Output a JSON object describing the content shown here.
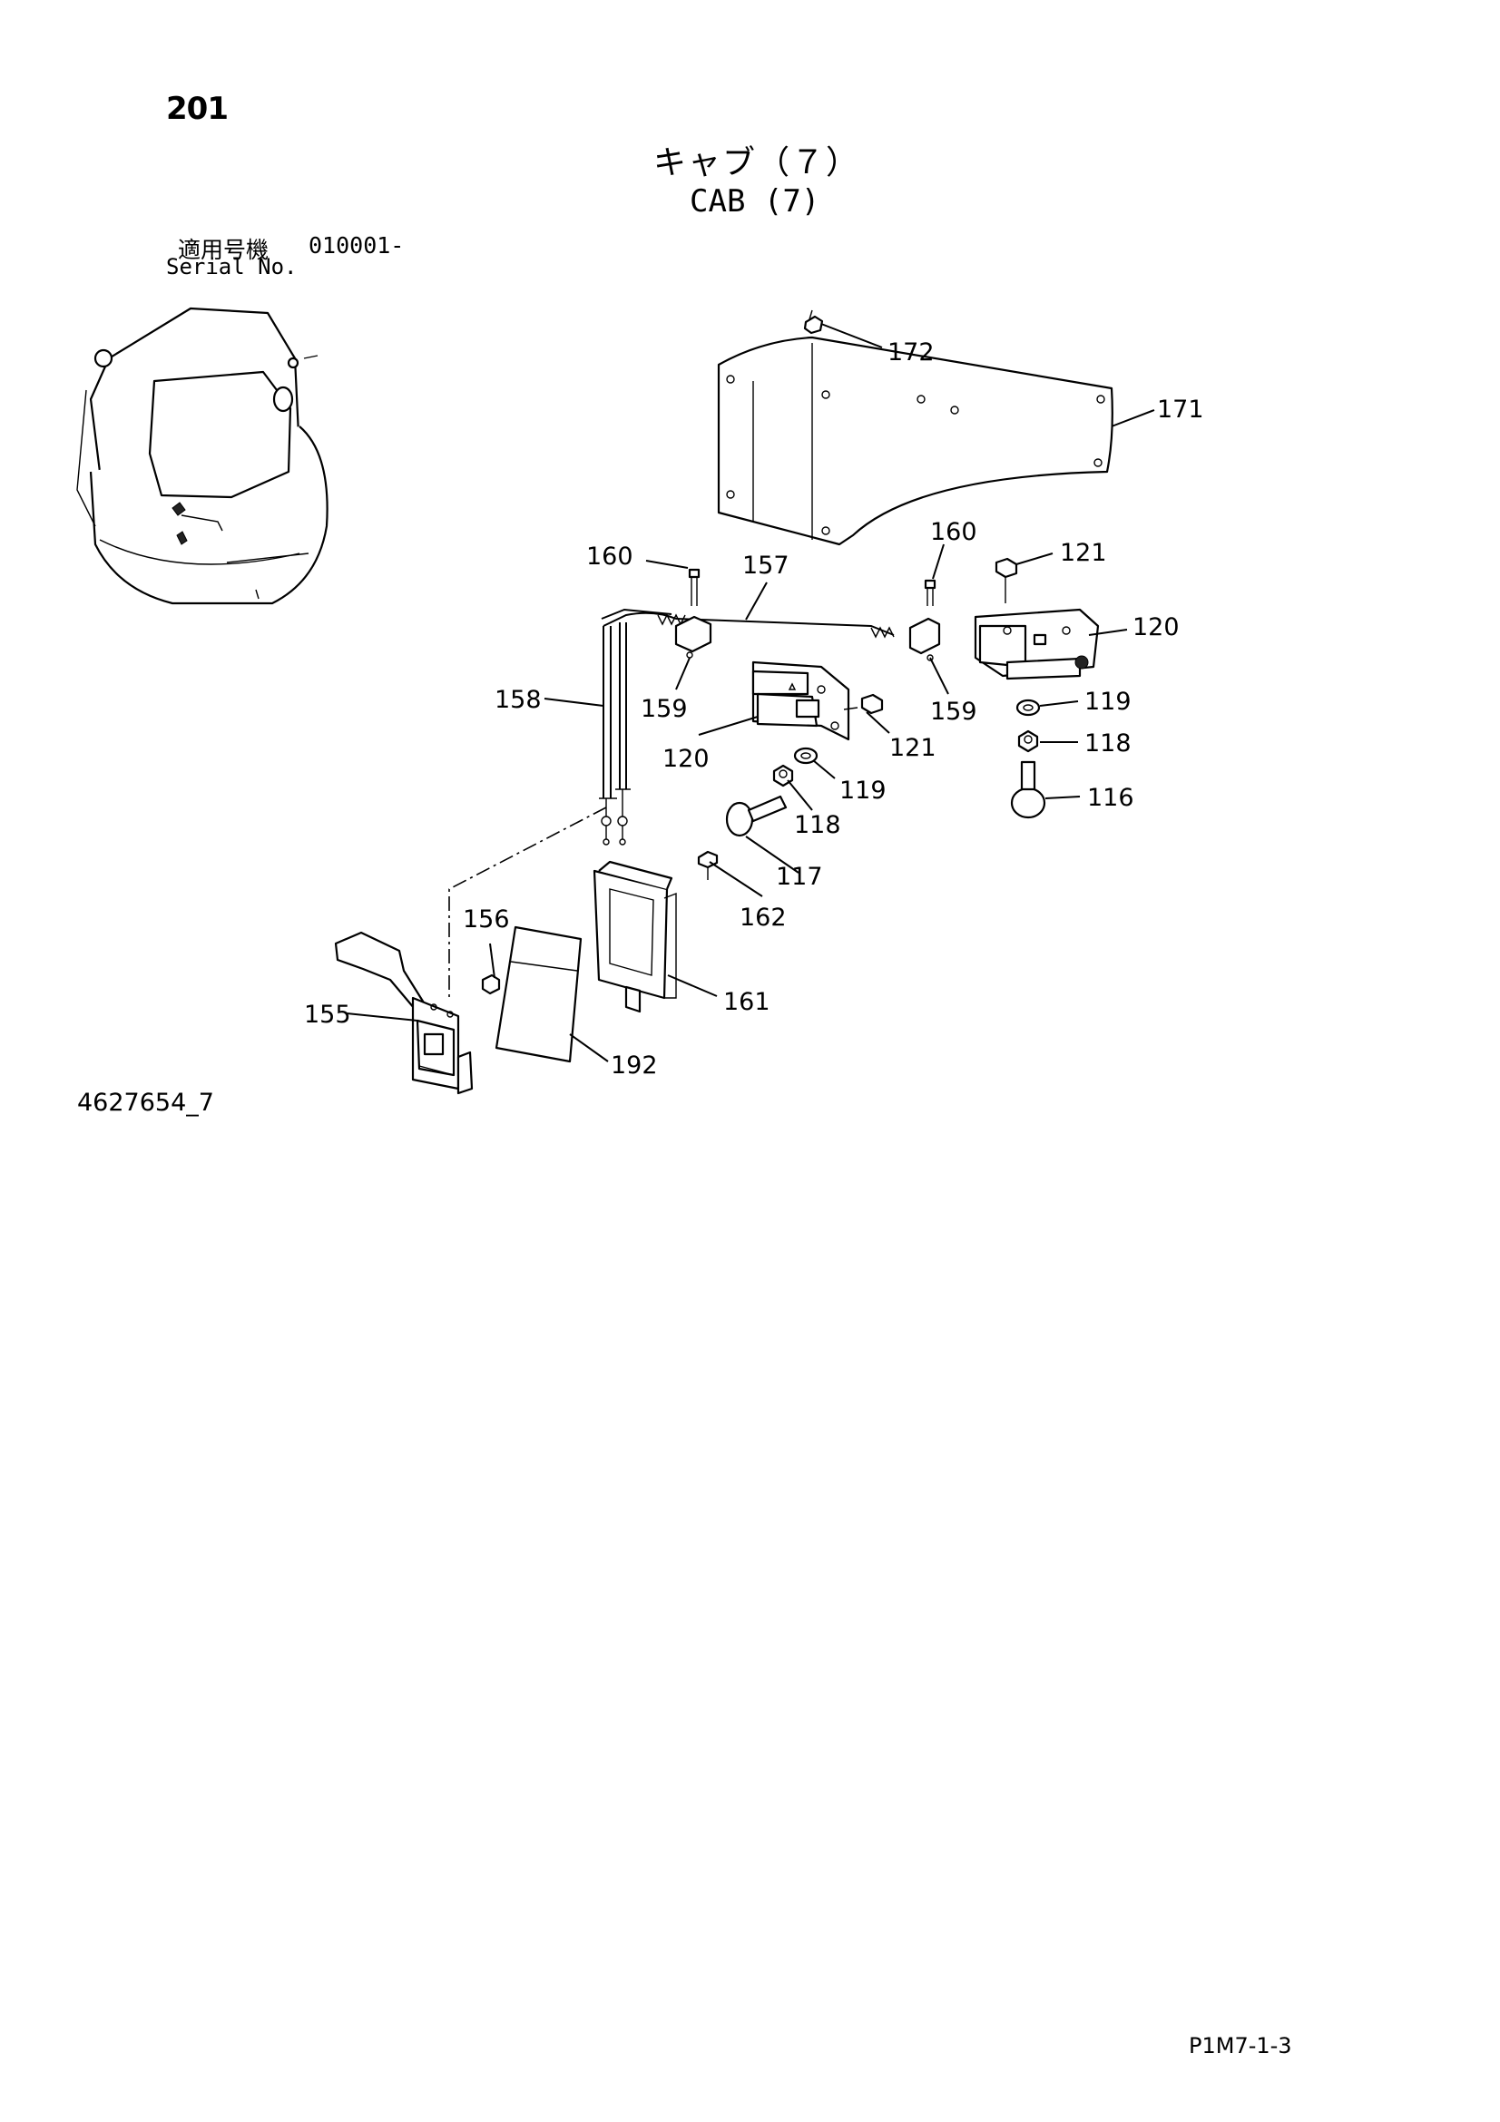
{
  "header": {
    "page_number": "201",
    "title_jp": "キャブ（７）",
    "title_en": "CAB (7)",
    "serial_label_jp": "適用号機",
    "serial_value": "010001-",
    "serial_label_en": "Serial No."
  },
  "callouts": [
    {
      "id": "172",
      "label": "172"
    },
    {
      "id": "171",
      "label": "171"
    },
    {
      "id": "160a",
      "label": "160"
    },
    {
      "id": "157",
      "label": "157"
    },
    {
      "id": "160b",
      "label": "160"
    },
    {
      "id": "121a",
      "label": "121"
    },
    {
      "id": "120a",
      "label": "120"
    },
    {
      "id": "158",
      "label": "158"
    },
    {
      "id": "159a",
      "label": "159"
    },
    {
      "id": "159b",
      "label": "159"
    },
    {
      "id": "119a",
      "label": "119"
    },
    {
      "id": "120b",
      "label": "120"
    },
    {
      "id": "121b",
      "label": "121"
    },
    {
      "id": "118a",
      "label": "118"
    },
    {
      "id": "119b",
      "label": "119"
    },
    {
      "id": "116",
      "label": "116"
    },
    {
      "id": "118b",
      "label": "118"
    },
    {
      "id": "117",
      "label": "117"
    },
    {
      "id": "162",
      "label": "162"
    },
    {
      "id": "156",
      "label": "156"
    },
    {
      "id": "161",
      "label": "161"
    },
    {
      "id": "155",
      "label": "155"
    },
    {
      "id": "192",
      "label": "192"
    }
  ],
  "footer": {
    "drawing_number": "4627654_7",
    "page_code": "P1M7-1-3"
  }
}
